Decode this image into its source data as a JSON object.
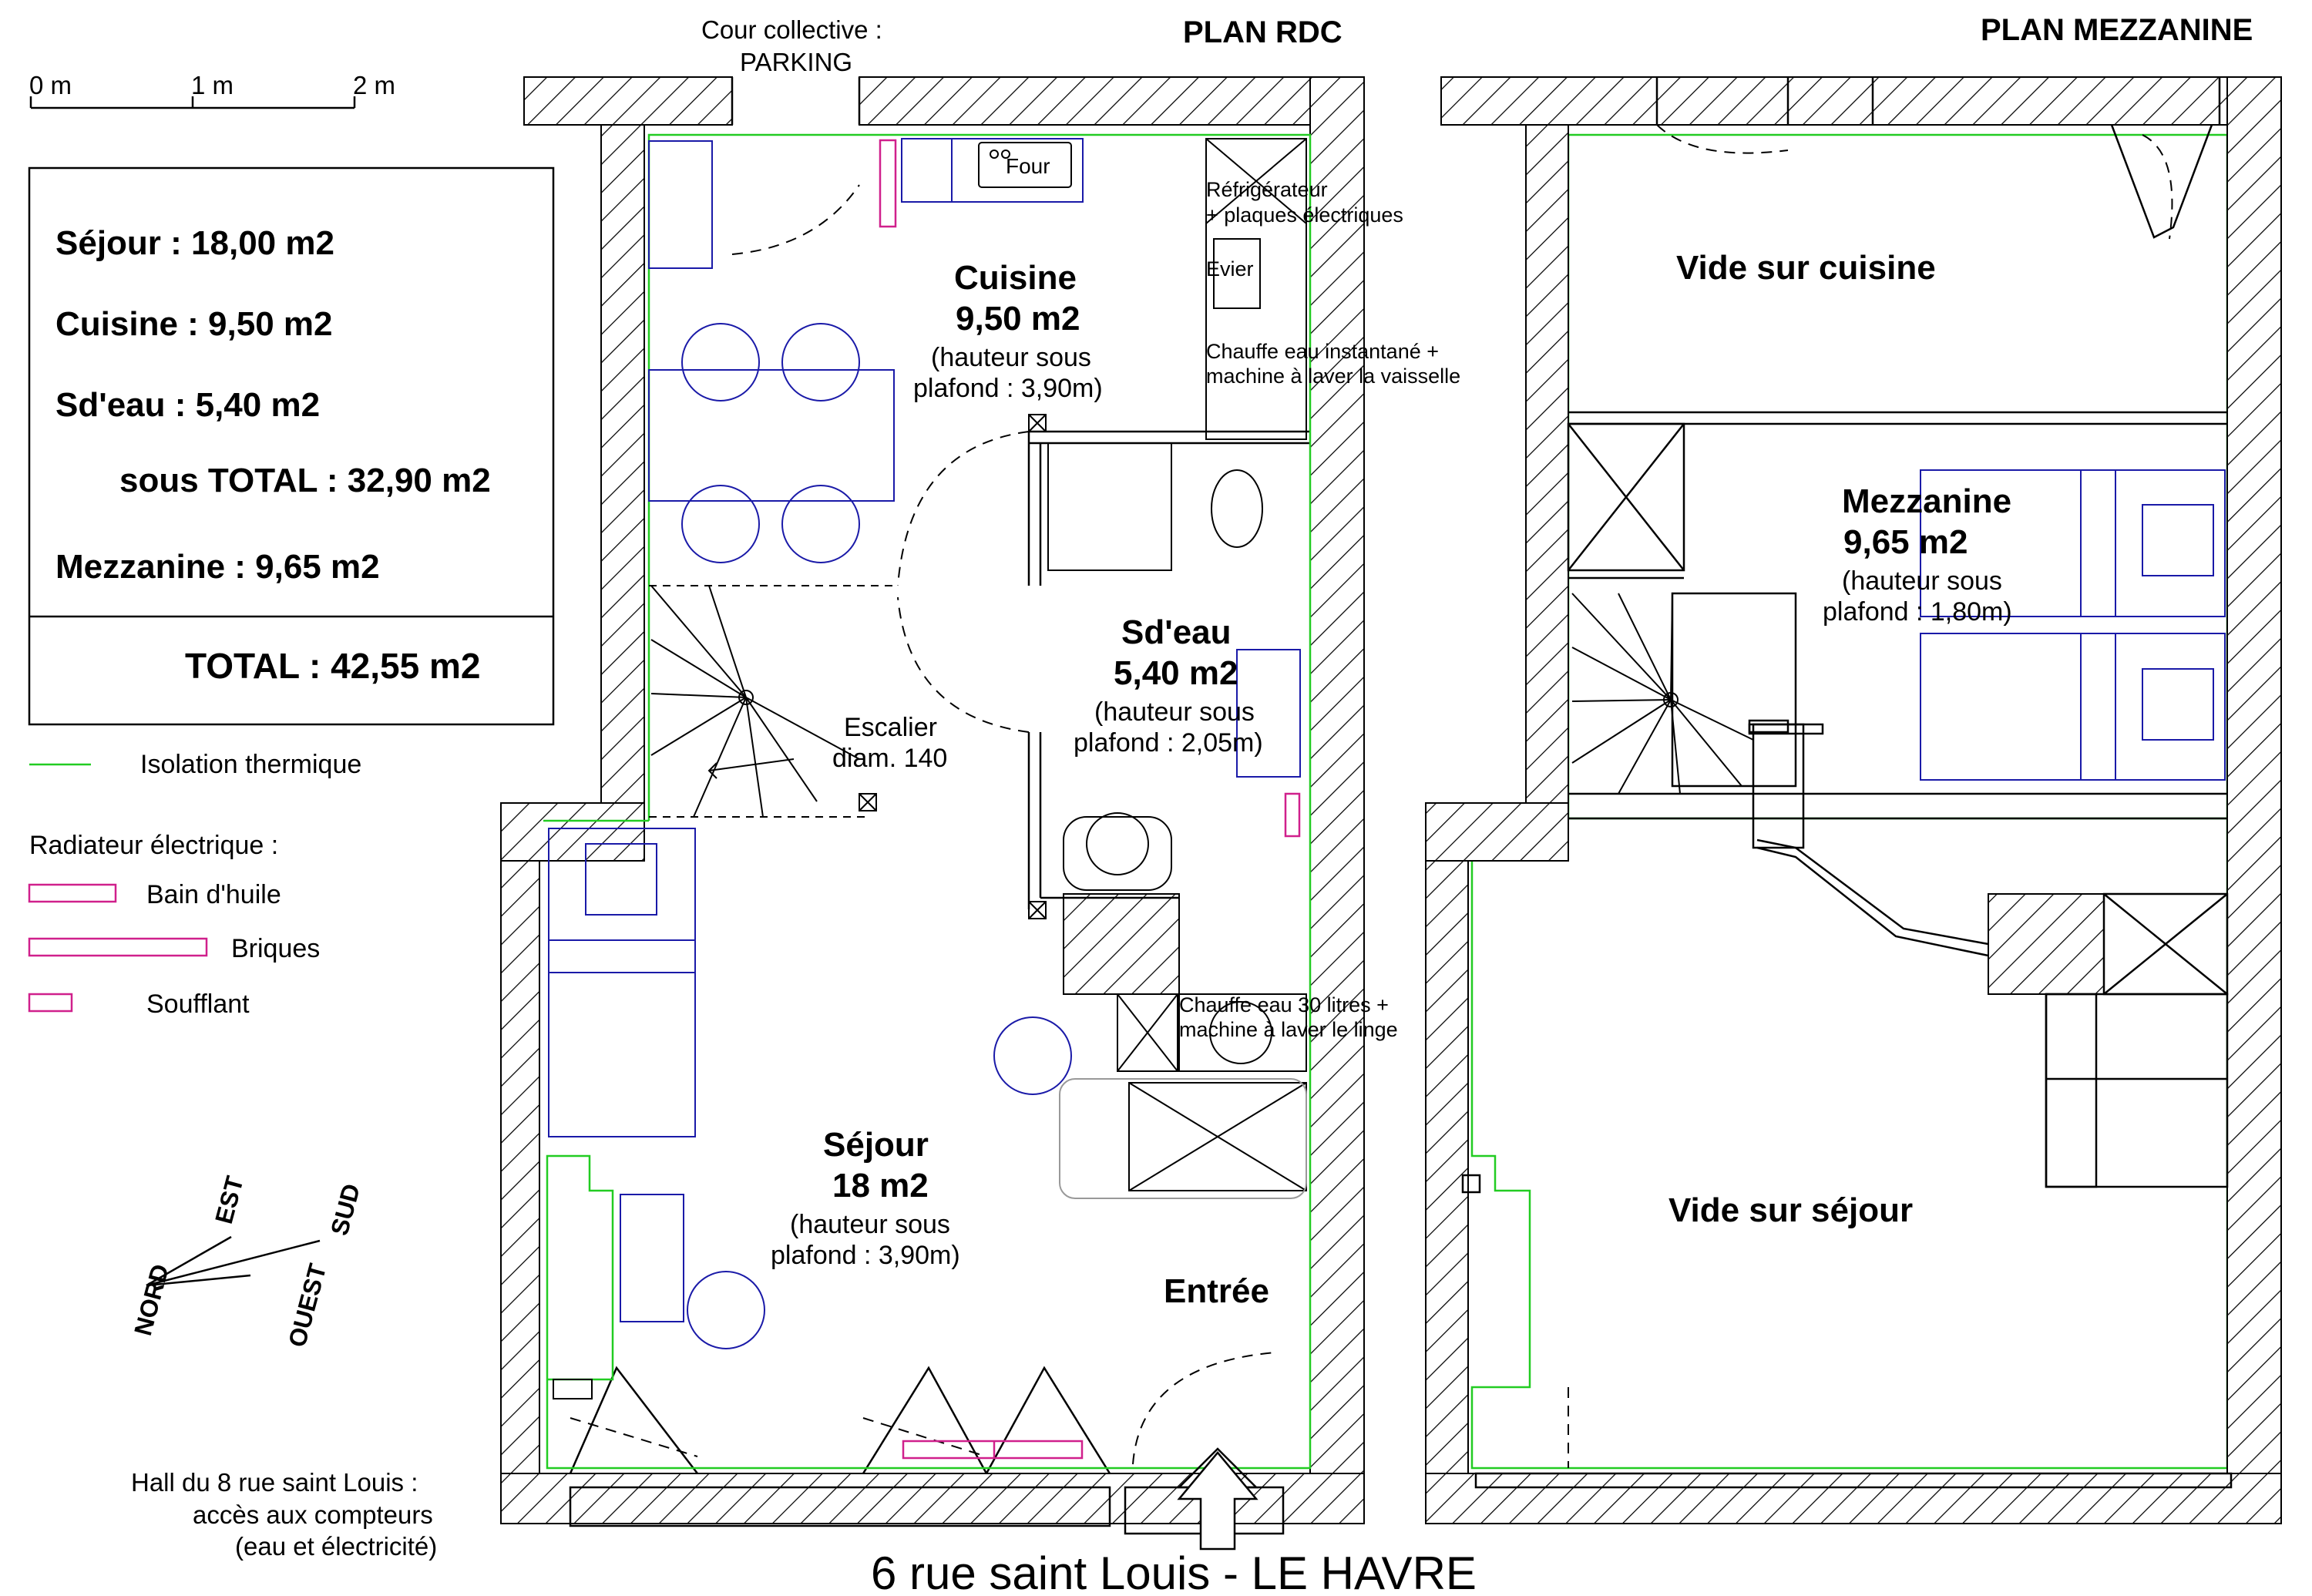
{
  "headings": {
    "rdc": "PLAN RDC",
    "mezzanine": "PLAN MEZZANINE",
    "footer": "6 rue saint Louis - LE HAVRE"
  },
  "scale": {
    "labels": [
      "0 m",
      "1 m",
      "2 m"
    ]
  },
  "areas": {
    "sejour": "Séjour : 18,00 m2",
    "cuisine": "Cuisine : 9,50 m2",
    "sdeau": "Sd'eau : 5,40 m2",
    "subtotal": "sous TOTAL : 32,90 m2",
    "mezzanine": "Mezzanine : 9,65 m2",
    "total": "TOTAL : 42,55 m2"
  },
  "legend": {
    "insulation": "Isolation thermique",
    "radiator_title": "Radiateur électrique :",
    "bain_huile": "Bain d'huile",
    "briques": "Briques",
    "soufflant": "Soufflant"
  },
  "compass": {
    "est": "EST",
    "sud": "SUD",
    "nord": "NORD",
    "ouest": "OUEST"
  },
  "rooms": {
    "cuisine": {
      "name": "Cuisine",
      "area": "9,50 m2",
      "h1": "(hauteur sous",
      "h2": "plafond : 3,90m)"
    },
    "sdeau": {
      "name": "Sd'eau",
      "area": "5,40 m2",
      "h1": "(hauteur sous",
      "h2": "plafond : 2,05m)"
    },
    "sejour": {
      "name": "Séjour",
      "area": "18 m2",
      "h1": "(hauteur sous",
      "h2": "plafond : 3,90m)"
    },
    "entree": "Entrée",
    "mezzanine": {
      "name": "Mezzanine",
      "area": "9,65 m2",
      "h1": "(hauteur sous",
      "h2": "plafond : 1,80m)"
    },
    "vide_cuisine": "Vide sur cuisine",
    "vide_sejour": "Vide sur séjour"
  },
  "labels": {
    "cour1": "Cour collective :",
    "cour2": "PARKING",
    "four": "Four",
    "frigo1": "Réfrigérateur",
    "frigo2": "+ plaques électriques",
    "evier": "Evier",
    "chauffe_inst1": "Chauffe eau instantané +",
    "chauffe_inst2": "machine à laver la vaisselle",
    "escalier1": "Escalier",
    "escalier2": "diam. 140",
    "chauffe30_1": "Chauffe eau 30 litres +",
    "chauffe30_2": "machine à laver le linge",
    "hall1": "Hall du 8 rue saint Louis :",
    "hall2": "accès aux compteurs",
    "hall3": "(eau et électricité)"
  },
  "colors": {
    "wall_hatch": "#000000",
    "furniture": "#1a1aa8",
    "radiator": "#d0208c",
    "insulation": "#22cc22"
  }
}
